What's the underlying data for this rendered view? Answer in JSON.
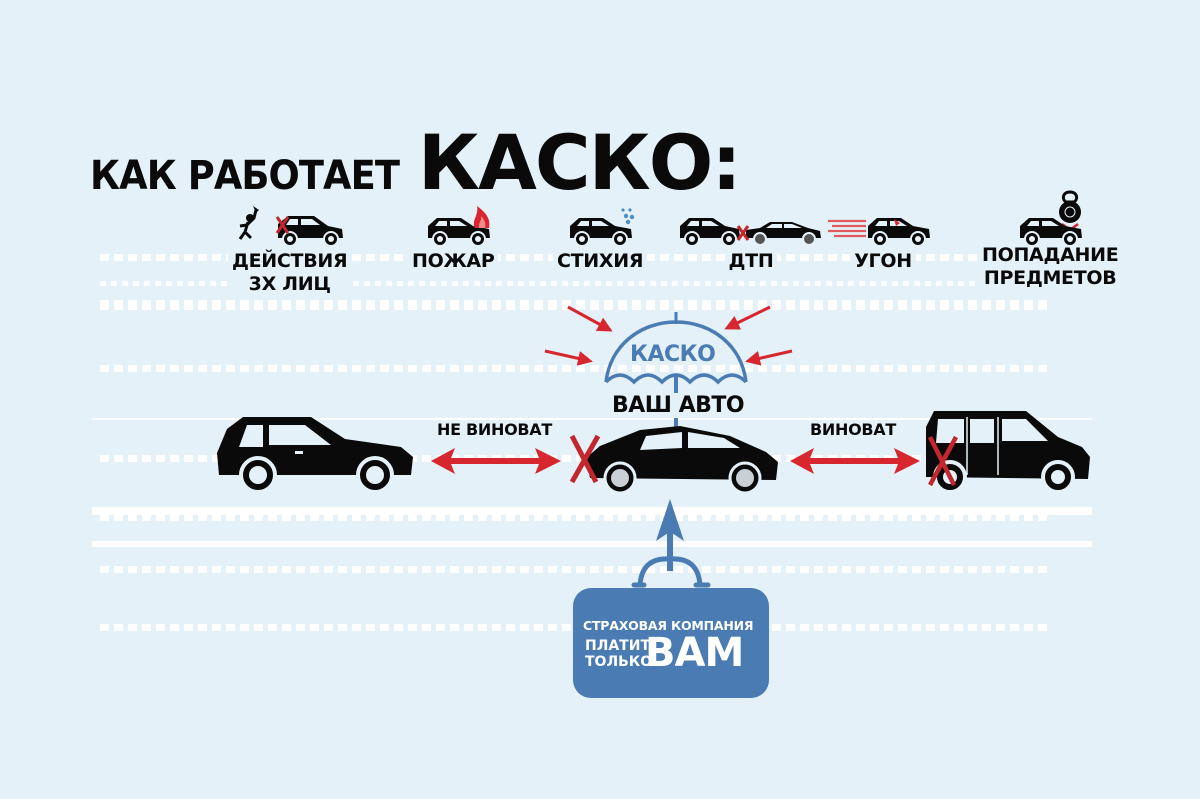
{
  "title": {
    "prefix": "КАК РАБОТАЕТ",
    "emphasis": "КАСКО:"
  },
  "risks": [
    {
      "label_line1": "ДЕЙСТВИЯ",
      "label_line2": "3Х ЛИЦ",
      "icon": "vandal-car-icon"
    },
    {
      "label_line1": "ПОЖАР",
      "label_line2": "",
      "icon": "fire-car-icon"
    },
    {
      "label_line1": "СТИХИЯ",
      "label_line2": "",
      "icon": "hail-car-icon"
    },
    {
      "label_line1": "ДТП",
      "label_line2": "",
      "icon": "collision-cars-icon"
    },
    {
      "label_line1": "УГОН",
      "label_line2": "",
      "icon": "theft-car-icon"
    },
    {
      "label_line1": "ПОПАДАНИЕ",
      "label_line2": "ПРЕДМЕТОВ",
      "icon": "falling-object-car-icon"
    }
  ],
  "umbrella": {
    "label": "КАСКО",
    "caption": "ВАШ АВТО"
  },
  "scenarios": {
    "left_label": "НЕ ВИНОВАТ",
    "right_label": "ВИНОВАТ"
  },
  "payout_box": {
    "line1": "СТРАХОВАЯ КОМПАНИЯ",
    "line2a": "ПЛАТИТ",
    "line2b": "ТОЛЬКО",
    "emphasis": "ВАМ"
  },
  "colors": {
    "background": "#e4f1f8",
    "accent_blue": "#4a7cb3",
    "accent_red": "#d8262e",
    "text": "#0a0a0a"
  }
}
